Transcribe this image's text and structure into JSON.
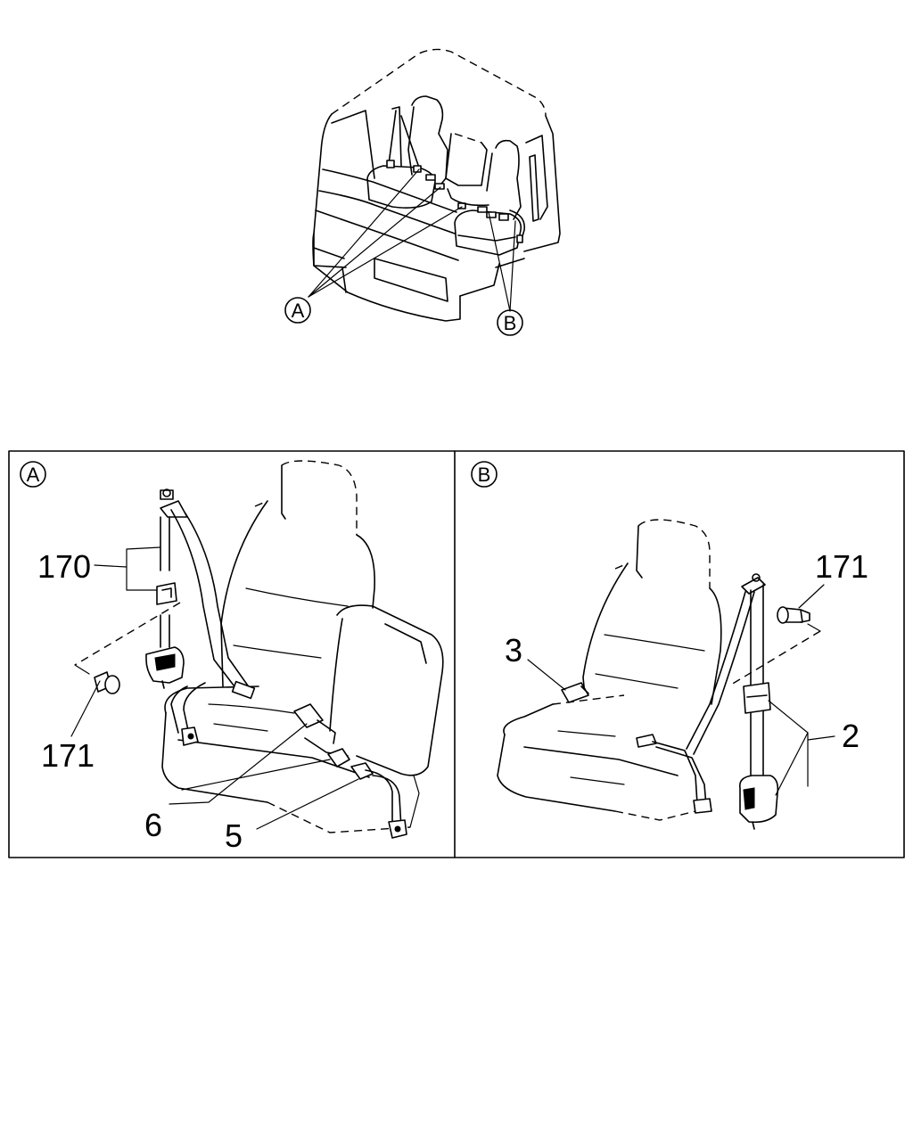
{
  "callouts": {
    "overview_a": "A",
    "overview_b": "B",
    "panel_a": "A",
    "panel_b": "B"
  },
  "part_numbers": {
    "a_170": "170",
    "a_171": "171",
    "a_6": "6",
    "a_5": "5",
    "b_171": "171",
    "b_3": "3",
    "b_2": "2"
  }
}
